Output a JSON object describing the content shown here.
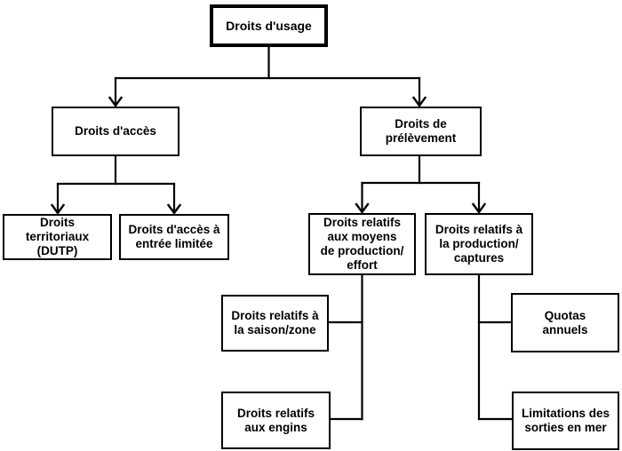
{
  "diagram": {
    "background_color": "#ffffff",
    "line_color": "#000000",
    "text_color": "#000000",
    "tree": {
      "label": "Droits d'usage",
      "children": [
        {
          "label": "Droits d'accès",
          "children": [
            {
              "label": "Droits\nterritoriaux\n(DUTP)"
            },
            {
              "label": "Droits d'accès à\nentrée limitée"
            }
          ]
        },
        {
          "label": "Droits de\nprélèvement",
          "children": [
            {
              "label": "Droits relatifs\naux moyens\nde production/\neffort",
              "children": [
                {
                  "label": "Droits relatifs à\nla saison/zone"
                },
                {
                  "label": "Droits relatifs\naux engins"
                }
              ]
            },
            {
              "label": "Droits relatifs à\nla production/\ncaptures",
              "children": [
                {
                  "label": "Quotas\nannuels"
                },
                {
                  "label": "Limitations des\nsorties en mer"
                }
              ]
            }
          ]
        }
      ]
    }
  }
}
